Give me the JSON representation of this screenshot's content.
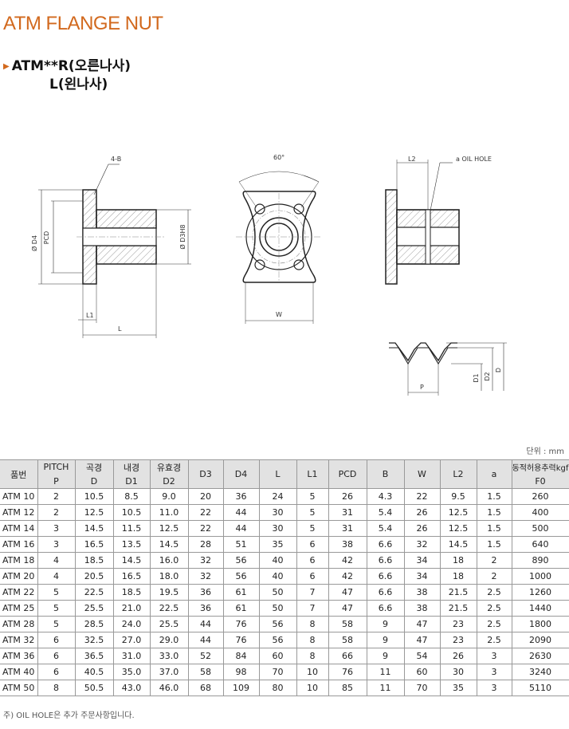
{
  "title": "ATM FLANGE NUT",
  "subtitle": {
    "line1": "ATM**R(오른나사)",
    "line2": "L(왼나사)"
  },
  "drawing": {
    "labels": {
      "four_b": "4-B",
      "d4": "Ø D4",
      "pcd": "PCD",
      "d3": "Ø D3H8",
      "l1": "L1",
      "l": "L",
      "angle": "60°",
      "w": "W",
      "l2": "L2",
      "oil_hole": "a OIL HOLE",
      "d1": "D1",
      "d2": "D2",
      "d": "D",
      "p": "P"
    }
  },
  "unit": "단위 : mm",
  "table": {
    "headers": [
      {
        "top": "품번",
        "bottom": ""
      },
      {
        "top": "PITCH",
        "bottom": "P"
      },
      {
        "top": "곡경",
        "bottom": "D"
      },
      {
        "top": "내경",
        "bottom": "D1"
      },
      {
        "top": "유효경",
        "bottom": "D2"
      },
      {
        "top": "D3",
        "bottom": ""
      },
      {
        "top": "D4",
        "bottom": ""
      },
      {
        "top": "L",
        "bottom": ""
      },
      {
        "top": "L1",
        "bottom": ""
      },
      {
        "top": "PCD",
        "bottom": ""
      },
      {
        "top": "B",
        "bottom": ""
      },
      {
        "top": "W",
        "bottom": ""
      },
      {
        "top": "L2",
        "bottom": ""
      },
      {
        "top": "a",
        "bottom": ""
      },
      {
        "top": "동적허용추력kgf",
        "bottom": "F0"
      }
    ],
    "rows": [
      [
        "ATM 10",
        "2",
        "10.5",
        "8.5",
        "9.0",
        "20",
        "36",
        "24",
        "5",
        "26",
        "4.3",
        "22",
        "9.5",
        "1.5",
        "260"
      ],
      [
        "ATM 12",
        "2",
        "12.5",
        "10.5",
        "11.0",
        "22",
        "44",
        "30",
        "5",
        "31",
        "5.4",
        "26",
        "12.5",
        "1.5",
        "400"
      ],
      [
        "ATM 14",
        "3",
        "14.5",
        "11.5",
        "12.5",
        "22",
        "44",
        "30",
        "5",
        "31",
        "5.4",
        "26",
        "12.5",
        "1.5",
        "500"
      ],
      [
        "ATM 16",
        "3",
        "16.5",
        "13.5",
        "14.5",
        "28",
        "51",
        "35",
        "6",
        "38",
        "6.6",
        "32",
        "14.5",
        "1.5",
        "640"
      ],
      [
        "ATM 18",
        "4",
        "18.5",
        "14.5",
        "16.0",
        "32",
        "56",
        "40",
        "6",
        "42",
        "6.6",
        "34",
        "18",
        "2",
        "890"
      ],
      [
        "ATM 20",
        "4",
        "20.5",
        "16.5",
        "18.0",
        "32",
        "56",
        "40",
        "6",
        "42",
        "6.6",
        "34",
        "18",
        "2",
        "1000"
      ],
      [
        "ATM 22",
        "5",
        "22.5",
        "18.5",
        "19.5",
        "36",
        "61",
        "50",
        "7",
        "47",
        "6.6",
        "38",
        "21.5",
        "2.5",
        "1260"
      ],
      [
        "ATM 25",
        "5",
        "25.5",
        "21.0",
        "22.5",
        "36",
        "61",
        "50",
        "7",
        "47",
        "6.6",
        "38",
        "21.5",
        "2.5",
        "1440"
      ],
      [
        "ATM 28",
        "5",
        "28.5",
        "24.0",
        "25.5",
        "44",
        "76",
        "56",
        "8",
        "58",
        "9",
        "47",
        "23",
        "2.5",
        "1800"
      ],
      [
        "ATM 32",
        "6",
        "32.5",
        "27.0",
        "29.0",
        "44",
        "76",
        "56",
        "8",
        "58",
        "9",
        "47",
        "23",
        "2.5",
        "2090"
      ],
      [
        "ATM 36",
        "6",
        "36.5",
        "31.0",
        "33.0",
        "52",
        "84",
        "60",
        "8",
        "66",
        "9",
        "54",
        "26",
        "3",
        "2630"
      ],
      [
        "ATM 40",
        "6",
        "40.5",
        "35.0",
        "37.0",
        "58",
        "98",
        "70",
        "10",
        "76",
        "11",
        "60",
        "30",
        "3",
        "3240"
      ],
      [
        "ATM 50",
        "8",
        "50.5",
        "43.0",
        "46.0",
        "68",
        "109",
        "80",
        "10",
        "85",
        "11",
        "70",
        "35",
        "3",
        "5110"
      ]
    ]
  },
  "note": "주) OIL HOLE은 추가 주문사항입니다."
}
